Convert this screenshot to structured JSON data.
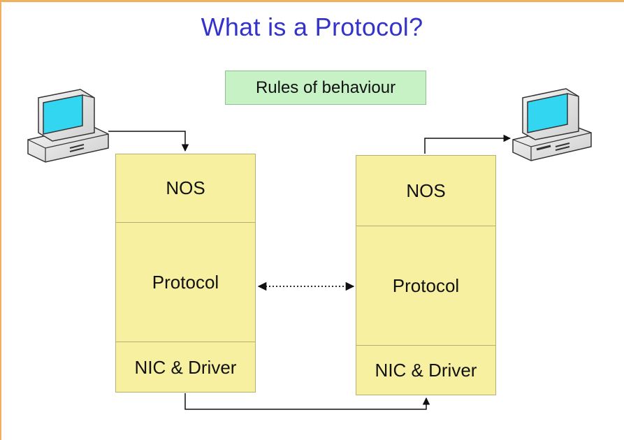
{
  "title": "What is a Protocol?",
  "rules_label": "Rules of behaviour",
  "left_stack": {
    "nos": "NOS",
    "protocol": "Protocol",
    "nic": "NIC & Driver"
  },
  "right_stack": {
    "nos": "NOS",
    "protocol": "Protocol",
    "nic": "NIC & Driver"
  },
  "colors": {
    "title": "#3333cc",
    "rules_box": "#c6f2c6",
    "stack_fill": "#f7f0a0",
    "screen": "#33d6f0",
    "frame": "#f0b060"
  },
  "icons": [
    "computer-icon",
    "computer-icon"
  ]
}
